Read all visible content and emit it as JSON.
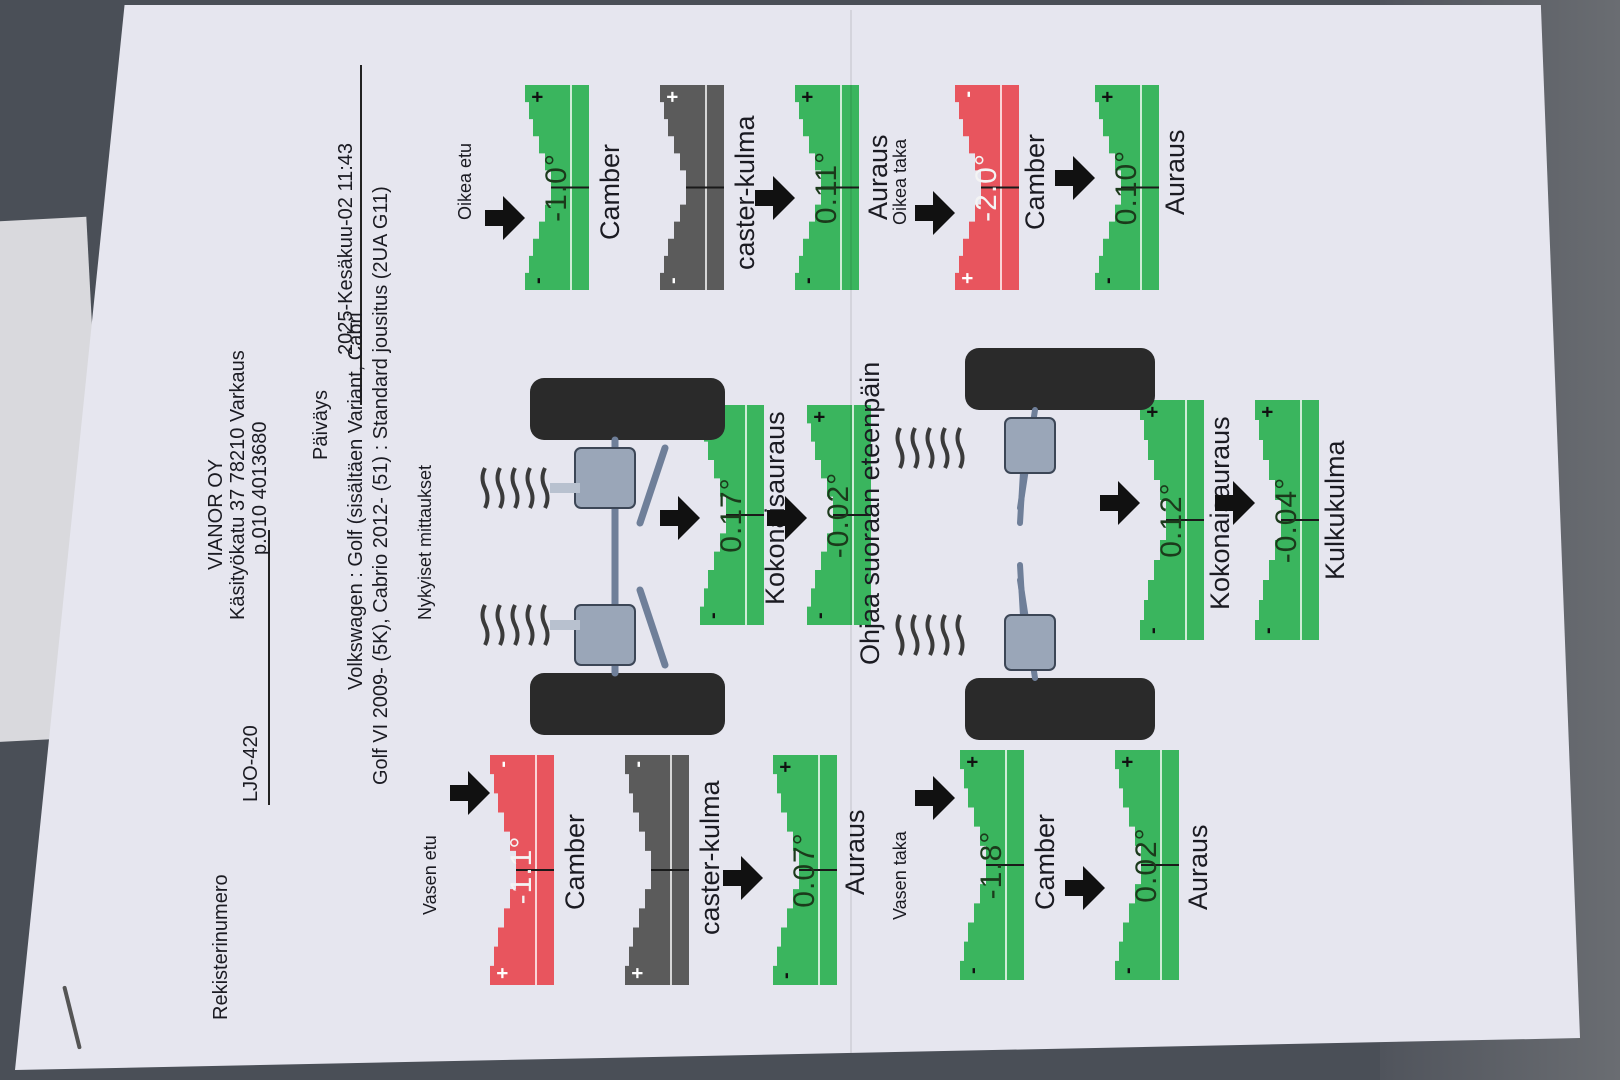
{
  "company": {
    "name": "VIANOR OY",
    "address": "Käsityökatu 37   78210 Varkaus",
    "phone": "p.010 4013680"
  },
  "registration": {
    "label": "Rekisterinumero",
    "value": "LJO-420"
  },
  "date": {
    "label": "Päiväys",
    "value": "2025-Kesäkuu-02 11:43"
  },
  "vehicle": {
    "line1": "Volkswagen : Golf (sisältäen Variant, Cabri",
    "line2": "Golf VI 2009-    (5K), Cabrio 2012-   (51) : Standard jousitus (2UA G11)"
  },
  "measurement_title": "Nykyiset mittaukset",
  "wheels": {
    "front_left": {
      "label": "Vasen etu",
      "camber": {
        "caption": "Camber",
        "value": "-1.1°",
        "status": "out"
      },
      "caster": {
        "caption": "caster-kulma",
        "status": "none"
      },
      "toe": {
        "caption": "Auraus",
        "value": "0.07°",
        "status": "ok"
      }
    },
    "front_right": {
      "label": "Oikea etu",
      "camber": {
        "caption": "Camber",
        "value": "-1.0°",
        "status": "ok"
      },
      "caster": {
        "caption": "caster-kulma",
        "status": "none"
      },
      "toe": {
        "caption": "Auraus",
        "value": "0.11°",
        "status": "ok"
      }
    },
    "rear_left": {
      "label": "Vasen taka",
      "camber": {
        "caption": "Camber",
        "value": "-1.8°",
        "status": "ok"
      },
      "toe": {
        "caption": "Auraus",
        "value": "0.02°",
        "status": "ok"
      }
    },
    "rear_right": {
      "label": "Oikea taka",
      "camber": {
        "caption": "Camber",
        "value": "-2.0°",
        "status": "out"
      },
      "toe": {
        "caption": "Auraus",
        "value": "0.10°",
        "status": "ok"
      }
    }
  },
  "front_axle": {
    "total_toe": {
      "value": "0.17°",
      "caption": "Kokonaisauraus"
    },
    "setback": {
      "value": "-0.02°"
    }
  },
  "rear_axle": {
    "total_toe": {
      "value": "0.12°",
      "caption": "Kokonaisauraus"
    },
    "thrust": {
      "value": "-0.04°",
      "caption": "Kulkukulma"
    }
  },
  "steer_ahead": "Ohjaa suoraan eteenpäin",
  "signs": {
    "plus": "+",
    "minus": "-"
  },
  "colors": {
    "ok": "#3ab55e",
    "out": "#e8555e",
    "none": "#5b5b5b",
    "paper": "#e6e6ef"
  },
  "icons": [
    "down-arrow-icon",
    "front-suspension-graphic",
    "rear-suspension-graphic",
    "staple-mark"
  ]
}
